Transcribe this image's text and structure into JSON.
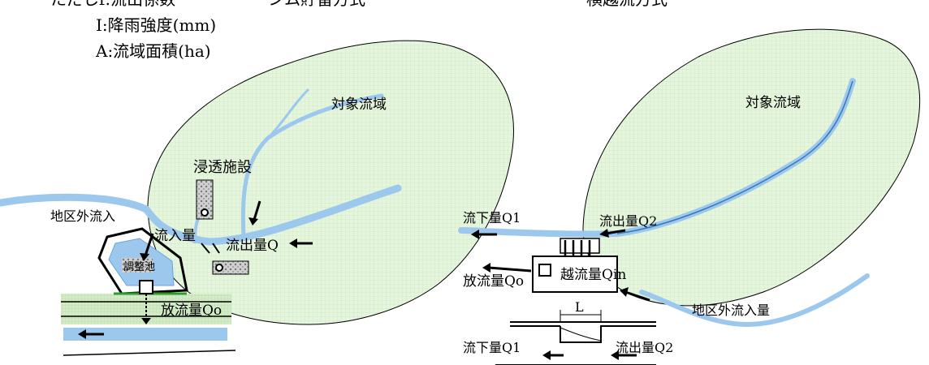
{
  "header": {
    "left_caption": "ただしf:流出係数",
    "left_scheme": "シム貯留方式",
    "right_scheme": "横越流方式",
    "legend_i": "I:降雨強度(mm)",
    "legend_a": "A:流域面積(ha)"
  },
  "left": {
    "catchment_label": "対象流域",
    "infiltration_label": "浸透施設",
    "outside_inflow_label": "地区外流入",
    "inflow_label": "流入量",
    "runoff_label": "流出量Q",
    "discharge_label": "放流量Qo",
    "pond_label": "調整池"
  },
  "right": {
    "catchment_label": "対象流域",
    "downstream_label": "流下量Q1",
    "runoff_label": "流出量Q2",
    "overflow_label": "越流量Qin",
    "discharge_label": "放流量Qo",
    "outside_inflow_label": "地区外流入量",
    "weir_length_label": "L",
    "bottom_downstream_label": "流下量Q1",
    "bottom_runoff_label": "流出量Q2"
  },
  "colors": {
    "catchment_fill": "#e6f5dd",
    "stream": "#9cc8ee",
    "green_band": "#cfe7c3"
  }
}
